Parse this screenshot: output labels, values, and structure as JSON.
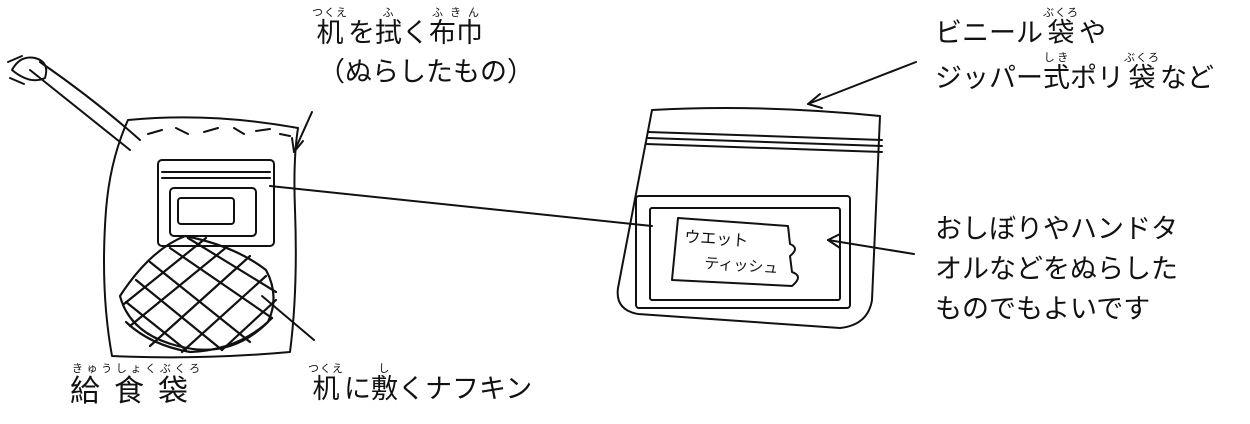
{
  "bag": {
    "towel_label": {
      "parts": [
        {
          "base": "机",
          "ruby": "つくえ"
        },
        {
          "text": "を"
        },
        {
          "base": "拭",
          "ruby": "ふ"
        },
        {
          "text": "く"
        },
        {
          "base": "布巾",
          "ruby": "ふきん"
        }
      ],
      "note": "（ぬらしたもの）"
    },
    "name_label": {
      "base": "給食袋",
      "ruby": "きゅうしょくぶくろ"
    },
    "napkin_label": {
      "parts": [
        {
          "base": "机",
          "ruby": "つくえ"
        },
        {
          "text": "に"
        },
        {
          "base": "敷",
          "ruby": "し"
        },
        {
          "text": "くナフキン"
        }
      ]
    }
  },
  "pouch": {
    "type_label": {
      "line1": [
        {
          "text": "ビニール"
        },
        {
          "base": "袋",
          "ruby": "ぶくろ"
        },
        {
          "text": "や"
        }
      ],
      "line2": [
        {
          "text": "ジッパー"
        },
        {
          "base": "式",
          "ruby": "しき"
        },
        {
          "text": "ポリ"
        },
        {
          "base": "袋",
          "ruby": "ぶくろ"
        },
        {
          "text": "など"
        }
      ]
    },
    "card_line1": "ウエット",
    "card_line2": "ティッシュ",
    "alt_label": [
      "おしぼりやハンドタ",
      "オルなどをぬらした",
      "ものでもよいです"
    ]
  }
}
